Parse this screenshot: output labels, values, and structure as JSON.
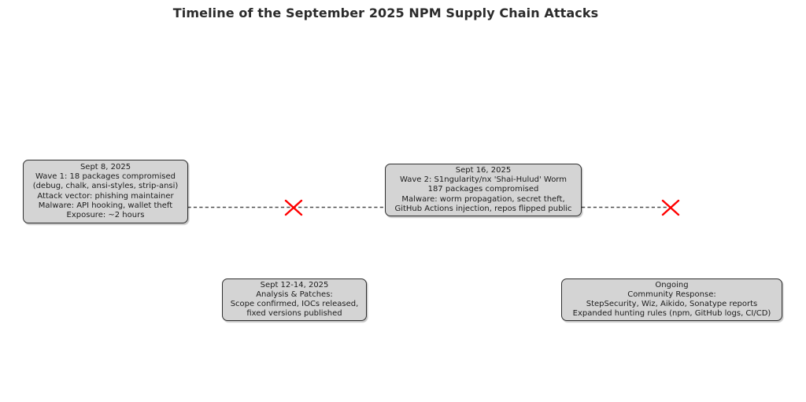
{
  "title": "Timeline of the September 2025 NPM Supply Chain Attacks",
  "colors": {
    "background": "#ffffff",
    "box_fill": "#d4d4d4",
    "box_border": "#2f2f2f",
    "text": "#1c1c1c",
    "connector_gray": "#4d4d4d",
    "marker_red": "#ff0000"
  },
  "markers": [
    {
      "name": "x-marker-between-wave1-wave2",
      "glyph": "x"
    },
    {
      "name": "x-marker-after-wave2",
      "glyph": "x"
    }
  ],
  "events": [
    {
      "id": "wave1",
      "lines": [
        "Sept 8, 2025",
        "Wave 1: 18 packages compromised",
        "(debug, chalk, ansi-styles, strip-ansi)",
        "Attack vector: phishing maintainer",
        "Malware: API hooking, wallet theft",
        "Exposure: ~2 hours"
      ]
    },
    {
      "id": "wave2",
      "lines": [
        "Sept 16, 2025",
        "Wave 2: S1ngularity/nx 'Shai-Hulud' Worm",
        "187 packages compromised",
        "Malware: worm propagation, secret theft,",
        "GitHub Actions injection, repos flipped public"
      ]
    },
    {
      "id": "analysis-patches",
      "lines": [
        "Sept 12-14, 2025",
        "Analysis & Patches:",
        "Scope confirmed, IOCs released,",
        "fixed versions published"
      ]
    },
    {
      "id": "community-response",
      "lines": [
        "Ongoing",
        "Community Response:",
        "StepSecurity, Wiz, Aikido, Sonatype reports",
        "Expanded hunting rules (npm, GitHub logs, CI/CD)"
      ]
    }
  ]
}
